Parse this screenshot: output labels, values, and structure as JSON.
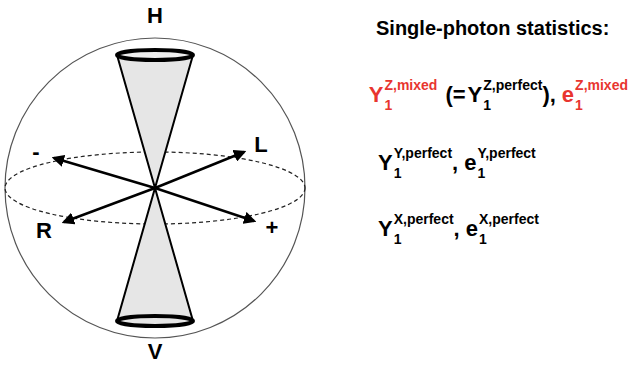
{
  "diagram": {
    "title": "Single-photon statistics:",
    "labels": [
      "H",
      "V",
      "-",
      "L",
      "R",
      "+",
      "Y",
      "Z,mixed",
      "1",
      "(=",
      "Y",
      "Z,perfect",
      "1",
      "),",
      "e",
      "Z,mixed",
      "1",
      "Y",
      "Y,perfect",
      "1",
      ",",
      "e",
      "Y,perfect",
      "1",
      "Y",
      "X,perfect",
      "1",
      ",",
      "e",
      "X,perfect",
      "1"
    ]
  }
}
